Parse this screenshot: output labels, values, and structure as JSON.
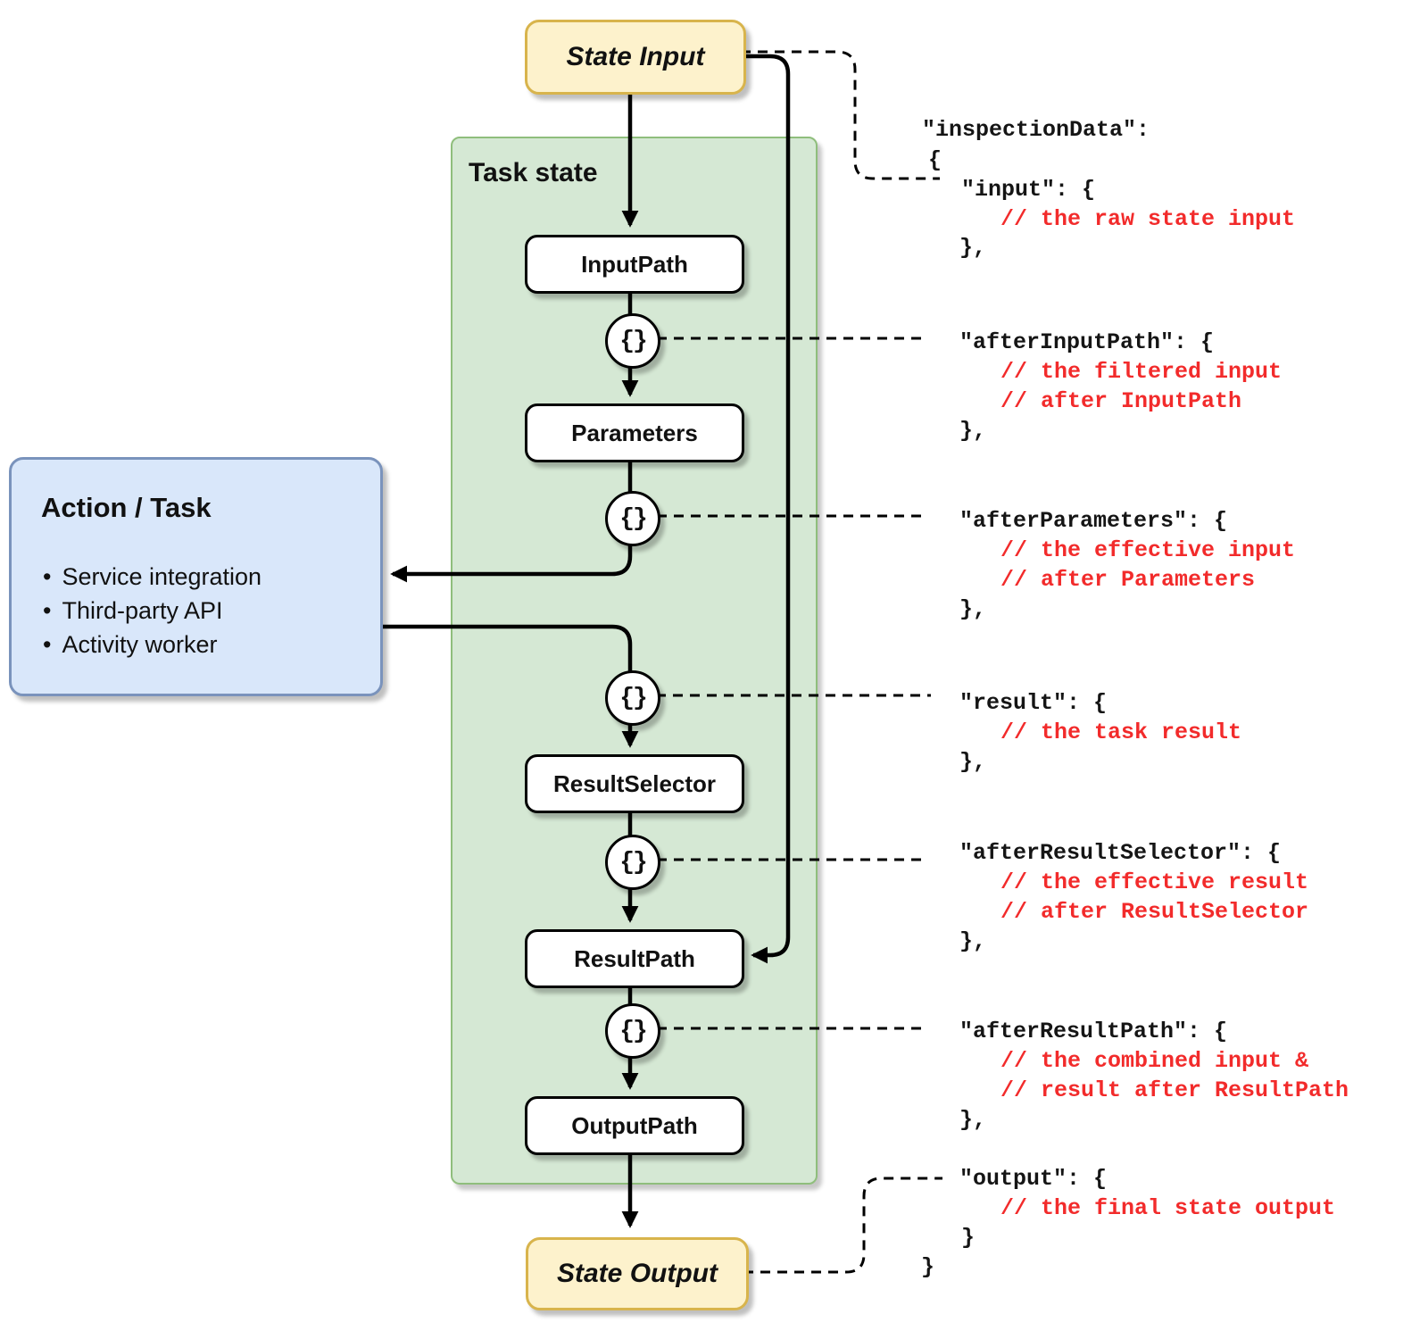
{
  "diagram": {
    "state_input_label": "State Input",
    "state_output_label": "State Output",
    "task_state_label": "Task state",
    "json_marker": "{}",
    "pipeline_boxes": [
      "InputPath",
      "Parameters",
      "ResultSelector",
      "ResultPath",
      "OutputPath"
    ],
    "action_box": {
      "title": "Action / Task",
      "bullet_glyph": "•",
      "bullets": [
        "Service integration",
        "Third-party API",
        "Activity worker"
      ]
    }
  },
  "code": {
    "root_key": "\"inspectionData\":",
    "root_open": "{",
    "root_close": "}",
    "blocks": [
      {
        "lines": [
          {
            "text": "\"input\": {"
          },
          {
            "text": "// the raw state input"
          },
          {
            "text": "},"
          }
        ]
      },
      {
        "lines": [
          {
            "text": "\"afterInputPath\": {"
          },
          {
            "text": "// the filtered input"
          },
          {
            "text": "// after InputPath"
          },
          {
            "text": "},"
          }
        ]
      },
      {
        "lines": [
          {
            "text": "\"afterParameters\": {"
          },
          {
            "text": "// the effective input"
          },
          {
            "text": "// after Parameters"
          },
          {
            "text": "},"
          }
        ]
      },
      {
        "lines": [
          {
            "text": "\"result\": {"
          },
          {
            "text": "// the task result"
          },
          {
            "text": "},"
          }
        ]
      },
      {
        "lines": [
          {
            "text": "\"afterResultSelector\": {"
          },
          {
            "text": "// the effective result"
          },
          {
            "text": "// after ResultSelector"
          },
          {
            "text": "},"
          }
        ]
      },
      {
        "lines": [
          {
            "text": "\"afterResultPath\": {"
          },
          {
            "text": "// the combined input &"
          },
          {
            "text": "// result after ResultPath"
          },
          {
            "text": "},"
          }
        ]
      },
      {
        "lines": [
          {
            "text": "\"output\": {"
          },
          {
            "text": "// the final state output"
          },
          {
            "text": "}"
          }
        ]
      }
    ]
  },
  "colors": {
    "panel_fill": "#D5E8D4",
    "panel_border": "#8FBE7C",
    "terminal_fill": "#FDF2CC",
    "terminal_border": "#D8B44C",
    "action_fill": "#D9E7FA",
    "action_border": "#7A93BC",
    "comment_red": "#F22B2B",
    "line_black": "#000000"
  }
}
